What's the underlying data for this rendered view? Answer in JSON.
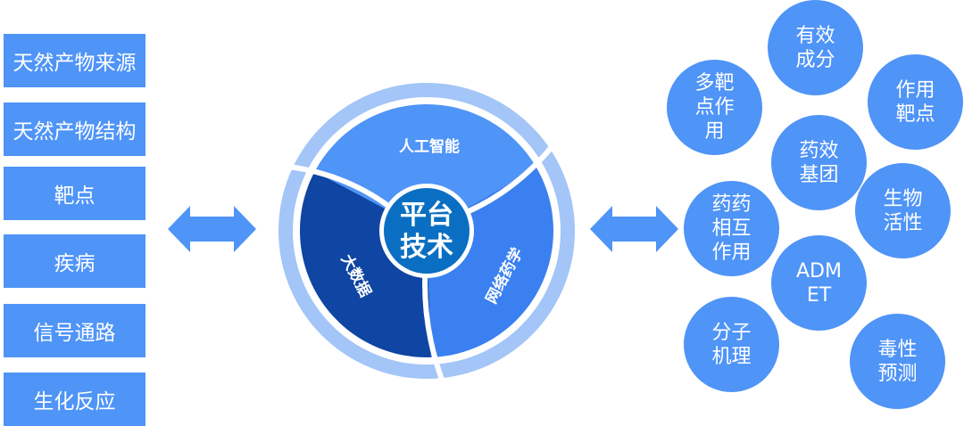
{
  "left_panel": {
    "items": [
      {
        "label": "天然产物来源"
      },
      {
        "label": "天然产物结构"
      },
      {
        "label": "靶点"
      },
      {
        "label": "疾病"
      },
      {
        "label": "信号通路"
      },
      {
        "label": "生化反应"
      }
    ]
  },
  "center": {
    "hub_label_line1": "平台",
    "hub_label_line2": "技术",
    "segments": [
      {
        "label": "人工智能"
      },
      {
        "label": "大数据"
      },
      {
        "label": "网络药学"
      }
    ]
  },
  "right_panel": {
    "bubbles": [
      {
        "label": "有效\n成分"
      },
      {
        "label": "多靶\n点作\n用"
      },
      {
        "label": "作用\n靶点"
      },
      {
        "label": "药效\n基团"
      },
      {
        "label": "生物\n活性"
      },
      {
        "label": "药药\n相互\n作用"
      },
      {
        "label": "ADM\nET"
      },
      {
        "label": "分子\n机理"
      },
      {
        "label": "毒性\n预测"
      }
    ]
  },
  "icons": {
    "left_arrow": "double-arrow-icon",
    "right_arrow": "double-arrow-icon"
  },
  "colors": {
    "box_blue": "#4f94f7",
    "ring_light": "#a3c5f7",
    "segment_ai": "#4f94f7",
    "segment_bigdata": "#0f45a3",
    "segment_network": "#3a80f0",
    "hub": "#0a6fc2"
  }
}
